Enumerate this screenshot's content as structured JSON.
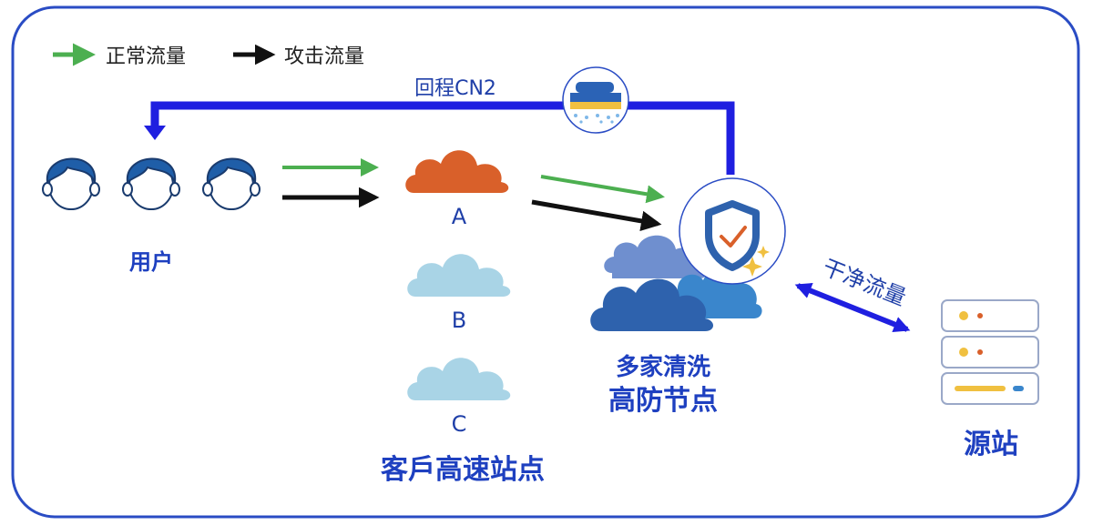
{
  "legend": {
    "normal_label": "正常流量",
    "attack_label": "攻击流量",
    "normal_color": "#4caf50",
    "attack_color": "#111111"
  },
  "return_route": {
    "label": "回程CN2",
    "color": "#1f1fe0",
    "icon": "cleaning-brush-icon"
  },
  "users": {
    "label": "用户",
    "count": 3,
    "icon": "user-head-icon"
  },
  "nodes": {
    "title": "客戶高速站点",
    "items": [
      {
        "label": "A",
        "color": "#d9602a"
      },
      {
        "label": "B",
        "color": "#a9d4e6"
      },
      {
        "label": "C",
        "color": "#a9d4e6"
      }
    ]
  },
  "scrubbing": {
    "line1": "多家清洗",
    "line2": "高防节点",
    "icon": "shield-check-icon"
  },
  "clean_traffic": {
    "label": "干净流量"
  },
  "origin": {
    "label": "源站",
    "icon": "server-icon"
  },
  "colors": {
    "frame": "#2a4cc4",
    "title_blue": "#1e40c0",
    "user_blue": "#1f5ea8"
  }
}
